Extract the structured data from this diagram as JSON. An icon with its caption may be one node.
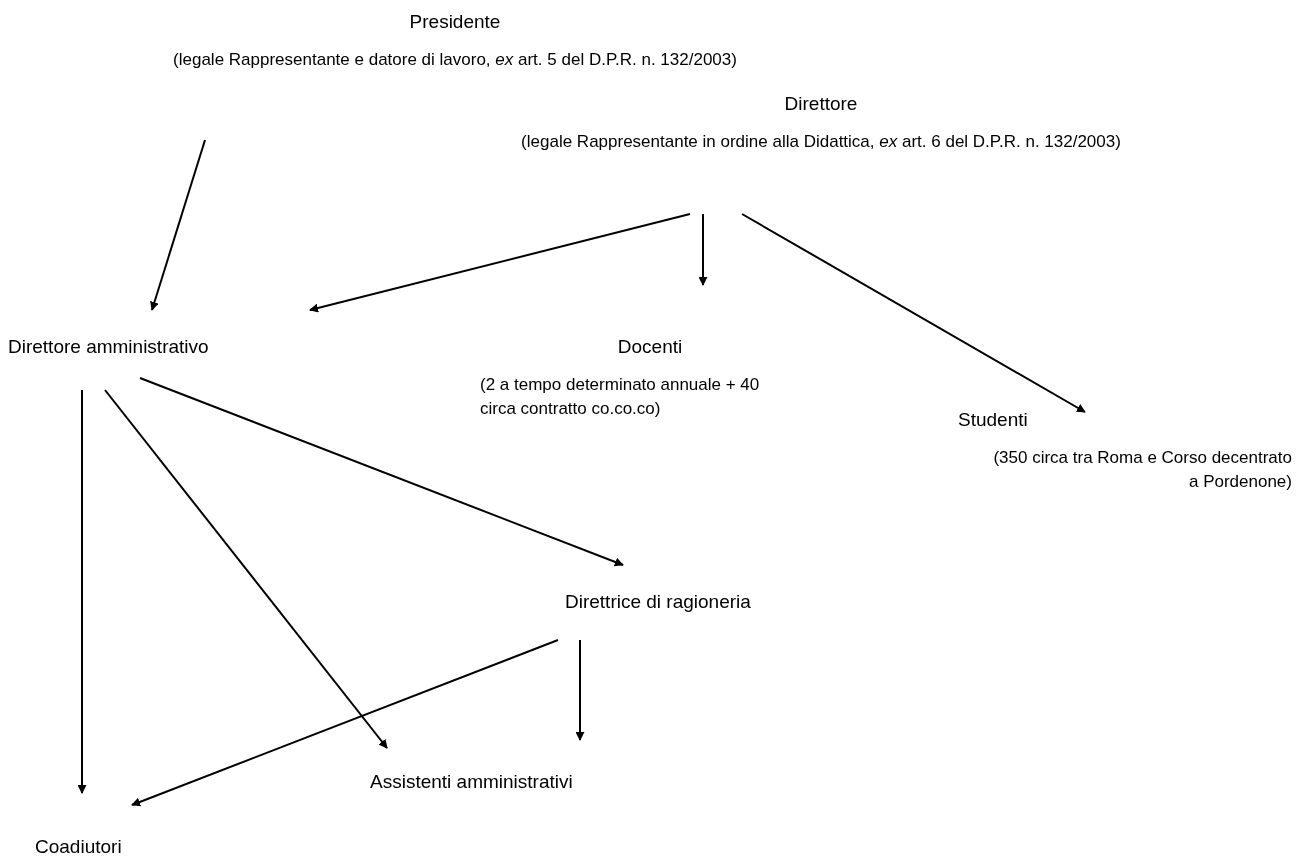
{
  "diagram": {
    "nodes": [
      {
        "text": [
          "Presidente",
          "(legale Rappresentante e datore di lavoro, *ex* art. 5 del D.P.R. n. 132/2003)"
        ]
      },
      {
        "text": [
          "Direttore",
          "(legale Rappresentante in ordine alla Didattica, *ex* art. 6 del D.P.R. n. 132/2003)"
        ]
      },
      {
        "text": [
          "Direttore amministrativo"
        ]
      },
      {
        "text": [
          "Docenti",
          "(2 a tempo determinato annuale + 40 circa contratto co.co.co)"
        ]
      },
      {
        "text": [
          "Studenti",
          "(350 circa tra Roma e Corso decentrato a Pordenone)"
        ]
      },
      {
        "text": [
          "Direttrice di ragioneria"
        ]
      },
      {
        "text": [
          "Assistenti amministrativi"
        ]
      },
      {
        "text": [
          "Coadiutori"
        ]
      }
    ],
    "edges": [
      {
        "from": 0,
        "to": 2,
        "arrow": "to"
      },
      {
        "from": 1,
        "to": 2,
        "arrow": "to"
      },
      {
        "from": 1,
        "to": 3,
        "arrow": "to"
      },
      {
        "from": 1,
        "to": 4,
        "arrow": "to"
      },
      {
        "from": 2,
        "to": 7,
        "arrow": "to"
      },
      {
        "from": 2,
        "to": 6,
        "arrow": "to"
      },
      {
        "from": 2,
        "to": 5,
        "arrow": "to"
      },
      {
        "from": 5,
        "to": 7,
        "arrow": "to"
      },
      {
        "from": 5,
        "to": 6,
        "arrow": "to"
      }
    ]
  }
}
